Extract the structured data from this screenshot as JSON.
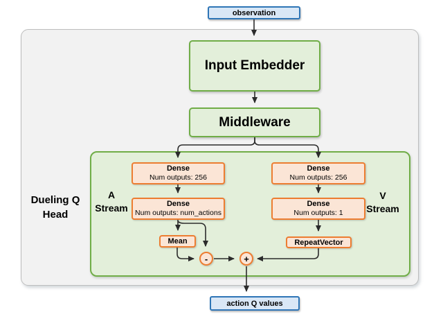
{
  "colors": {
    "blue_border": "#2E75B6",
    "blue_fill": "#D9E7F6",
    "green_border": "#70AD47",
    "green_fill": "#E3EFDA",
    "orange_border": "#ED7D31",
    "orange_fill": "#FBE5D6",
    "container_fill": "#F2F2F2",
    "container_border": "#BDBDBD",
    "arrow": "#2B2B2B"
  },
  "nodes": {
    "observation": "observation",
    "input_embedder": "Input Embedder",
    "middleware": "Middleware",
    "action_q_values": "action Q values",
    "mean": "Mean",
    "repeat_vector": "RepeatVector",
    "minus_sign": "-",
    "plus_sign": "+"
  },
  "dense_layers": {
    "a_stream_dense_1": {
      "title": "Dense",
      "sub": "Num outputs: 256"
    },
    "a_stream_dense_2": {
      "title": "Dense",
      "sub": "Num outputs: num_actions"
    },
    "v_stream_dense_1": {
      "title": "Dense",
      "sub": "Num outputs: 256"
    },
    "v_stream_dense_2": {
      "title": "Dense",
      "sub": "Num outputs: 1"
    }
  },
  "labels": {
    "dueling_head_line1": "Dueling Q",
    "dueling_head_line2": "Head",
    "a_stream_line1": "A",
    "a_stream_line2": "Stream",
    "v_stream_line1": "V",
    "v_stream_line2": "Stream"
  }
}
